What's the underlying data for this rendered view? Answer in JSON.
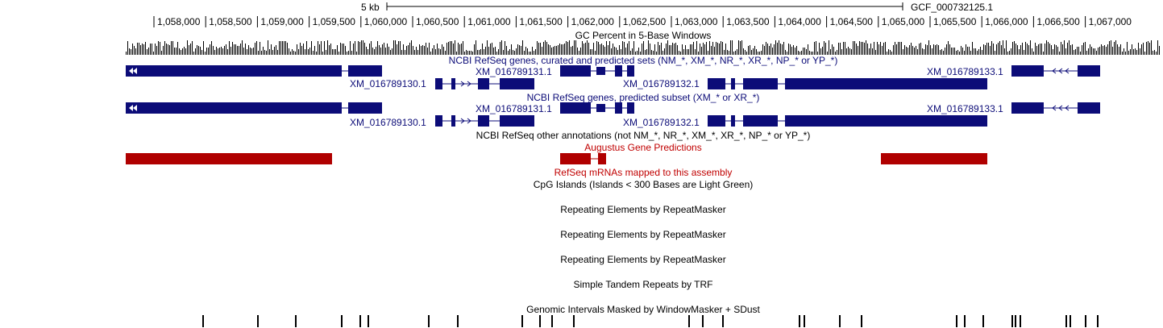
{
  "colors": {
    "refseq_blue": "#0c0c78",
    "refseq_label": "#0c0c78",
    "augustus_red": "#b00000",
    "augustus_label": "#c00000",
    "text": "#000000",
    "gc_bar": "#000000"
  },
  "ruler": {
    "scale_label": "5 kb",
    "assembly_label": "GCF_000732125.1",
    "ticks": [
      "1,058,000",
      "1,058,500",
      "1,059,000",
      "1,059,500",
      "1,060,000",
      "1,060,500",
      "1,061,000",
      "1,061,500",
      "1,062,000",
      "1,062,500",
      "1,063,000",
      "1,063,500",
      "1,064,000",
      "1,064,500",
      "1,065,000",
      "1,065,500",
      "1,066,000",
      "1,066,500",
      "1,067,000"
    ]
  },
  "tracks": {
    "gc_percent": {
      "title": "GC Percent in 5-Base Windows"
    },
    "refseq_all": {
      "title": "NCBI RefSeq genes, curated and predicted sets (NM_*, XM_*, NR_*, XR_*, NP_* or YP_*)",
      "genes": [
        "XM_016789131.1",
        "XM_016789130.1",
        "XM_016789132.1",
        "XM_016789133.1"
      ]
    },
    "refseq_predicted": {
      "title": "NCBI RefSeq genes, predicted subset (XM_* or XR_*)",
      "genes": [
        "XM_016789131.1",
        "XM_016789130.1",
        "XM_016789132.1",
        "XM_016789133.1"
      ]
    },
    "refseq_other": {
      "title": "NCBI RefSeq other annotations (not NM_*, NR_*, XM_*, XR_*, NP_* or YP_*)"
    },
    "augustus": {
      "title": "Augustus Gene Predictions"
    },
    "refseq_mrna": {
      "title": "RefSeq mRNAs mapped to this assembly"
    },
    "cpg": {
      "title": "CpG Islands (Islands < 300 Bases are Light Green)"
    },
    "rmsk_1": {
      "title": "Repeating Elements by RepeatMasker"
    },
    "rmsk_2": {
      "title": "Repeating Elements by RepeatMasker"
    },
    "rmsk_3": {
      "title": "Repeating Elements by RepeatMasker"
    },
    "trf": {
      "title": "Simple Tandem Repeats by TRF"
    },
    "windowmasker": {
      "title": "Genomic Intervals Masked by WindowMasker + SDust"
    }
  }
}
